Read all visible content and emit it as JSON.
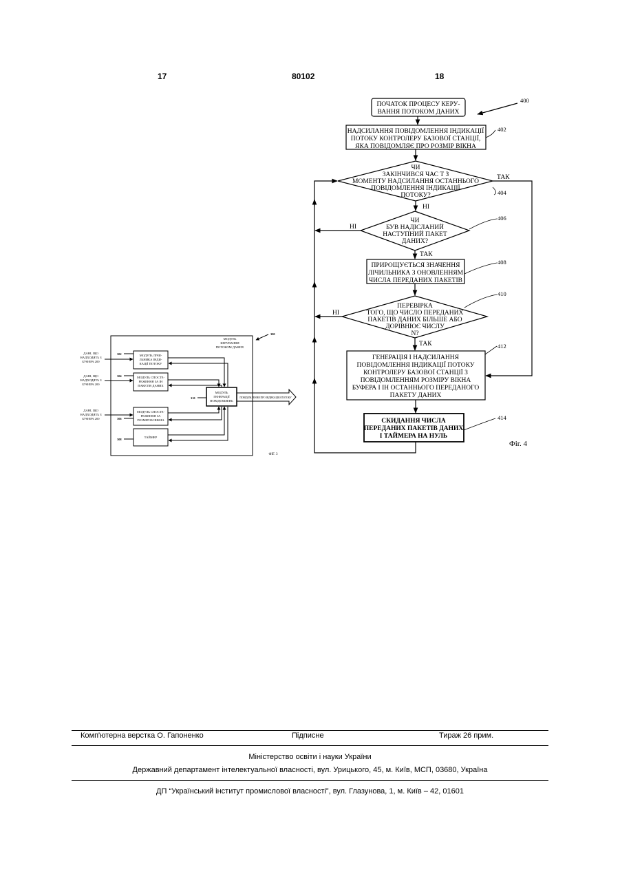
{
  "header": {
    "page_left": "17",
    "patent_number": "80102",
    "page_right": "18"
  },
  "fig3": {
    "ref_main": "300",
    "title": [
      "МОДУЛЬ",
      "КЕРУВАННЯ",
      "ПОТОКОМ ДАНИХ"
    ],
    "inputs": [
      [
        "ДАНІ, ЩО",
        "НАДХОДЯТЬ З",
        "БУФЕРА 200"
      ],
      [
        "ДАНІ, ЩО",
        "НАДХОДЯТЬ З",
        "БУФЕРА 200"
      ],
      [
        "ДАНІ, ЩО",
        "НАДХОДЯТЬ З",
        "БУФЕРА 200"
      ]
    ],
    "modules": [
      {
        "ref": "302",
        "lines": [
          "МОДУЛЬ ЛІЧИ-",
          "ЛЬНИКА ІНДИ-",
          "КАЦІЇ ПОТОКУ"
        ]
      },
      {
        "ref": "304",
        "lines": [
          "МОДУЛЬ СПОСТЕ-",
          "РЕЖЕННЯ ЗА ІН",
          "ПАКЕТІВ ДАНИХ"
        ]
      },
      {
        "ref": "306",
        "lines": [
          "МОДУЛЬ СПОСТЕ-",
          "РЕЖЕННЯ ЗА",
          "РОЗМІРОМ ВІКНА"
        ]
      },
      {
        "ref": "308",
        "lines": [
          "ТАЙМЕР"
        ]
      }
    ],
    "generator": {
      "ref": "310",
      "lines": [
        "МОДУЛЬ",
        "ГЕНЕРАЦІЇ",
        "ПОВІДОМЛЕНЬ"
      ]
    },
    "output_label": "ПОВІДОМЛЕННЯ ПРО ІНДИКАЦІЮ ПОТОКУ",
    "caption": "ФІГ. 3"
  },
  "fig4": {
    "ref_main": "400",
    "start": [
      "ПОЧАТОК ПРОЦЕСУ КЕРУ-",
      "ВАННЯ ПОТОКОМ ДАНИХ"
    ],
    "step402": {
      "ref": "402",
      "lines": [
        "НАДСИЛАННЯ ПОВІДОМЛЕННЯ ІНДИКАЦІЇ",
        "ПОТОКУ КОНТРОЛЕРУ БАЗОВОЇ СТАНЦІЇ,",
        "ЯКА ПОВІДОМЛЯЄ ПРО РОЗМІР ВІКНА"
      ]
    },
    "dec404": {
      "ref": "404",
      "lines": [
        "ЧИ",
        "ЗАКІНЧИВСЯ ЧАС Т З",
        "МОМЕНТУ НАДСИЛАННЯ ОСТАННЬОГО",
        "ПОВІДОМЛЕННЯ ІНДИКАЦІЇ",
        "ПОТОКУ?"
      ]
    },
    "dec406": {
      "ref": "406",
      "lines": [
        "ЧИ",
        "БУВ НАДІСЛАНИЙ",
        "НАСТУПНИЙ ПАКЕТ",
        "ДАНИХ?"
      ]
    },
    "step408": {
      "ref": "408",
      "lines": [
        "ПРИРОЩУЄТЬСЯ ЗНАЧЕННЯ",
        "ЛІЧИЛЬНИКА З ОНОВЛЕННЯМ",
        "ЧИСЛА ПЕРЕДАНИХ ПАКЕТІВ"
      ]
    },
    "dec410": {
      "ref": "410",
      "lines": [
        "ПЕРЕВІРКА",
        "ТОГО, ЩО ЧИСЛО ПЕРЕДАНИХ",
        "ПАКЕТІВ ДАНИХ БІЛЬШЕ АБО",
        "ДОРІВНЮЄ ЧИСЛУ",
        "N?"
      ]
    },
    "step412": {
      "ref": "412",
      "lines": [
        "ГЕНЕРАЦІЯ І НАДСИЛАННЯ",
        "ПОВІДОМЛЕННЯ ІНДИКАЦІЇ ПОТОКУ",
        "КОНТРОЛЕРУ БАЗОВОЇ СТАНЦІЇ З",
        "ПОВІДОМЛЕННЯМ РОЗМІРУ ВІКНА",
        "БУФЕРА І ІН ОСТАННЬОГО ПЕРЕДАНОГО",
        "ПАКЕТУ ДАНИХ"
      ]
    },
    "step414": {
      "ref": "414",
      "lines": [
        "СКИДАННЯ ЧИСЛА",
        "ПЕРЕДАНИХ ПАКЕТІВ ДАНИХ",
        "І ТАЙМЕРА НА НУЛЬ"
      ]
    },
    "yes": "ТАК",
    "no": "НІ",
    "caption": "Фіг. 4"
  },
  "footer": {
    "layout": "Комп'ютерна верстка О. Гапоненко",
    "signed": "Підписне",
    "print_run": "Тираж 26 прим.",
    "ministry": "Міністерство освіти і науки України",
    "department": "Державний департамент інтелектуальної власності, вул. Урицького, 45, м. Київ, МСП, 03680, Україна",
    "institute": "ДП “Український інститут промислової власності”, вул. Глазунова, 1, м. Київ – 42, 01601"
  }
}
